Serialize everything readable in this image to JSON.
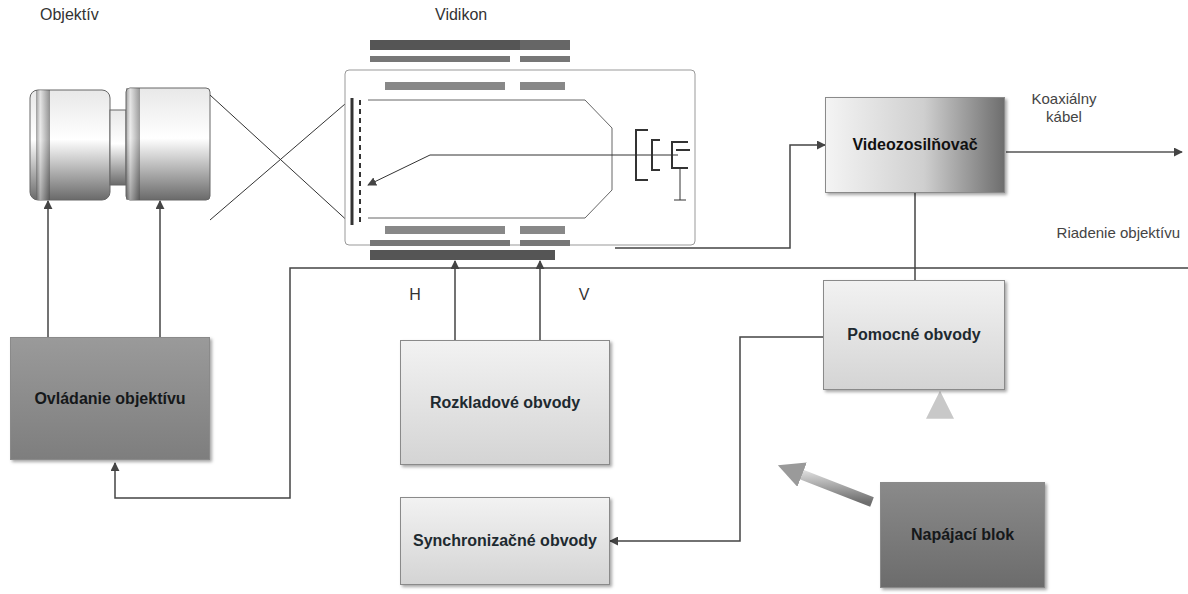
{
  "diagram": {
    "nodes": [
      {
        "text": [
          "Objektív"
        ]
      },
      {
        "text": [
          "Vidikon"
        ]
      },
      {
        "text": [
          "Videozosilňovač"
        ]
      },
      {
        "text": [
          "Ovládanie objektívu"
        ]
      },
      {
        "text": [
          "Rozkladové obvody"
        ]
      },
      {
        "text": [
          "Pomocné obvody"
        ]
      },
      {
        "text": [
          "Synchronizačné obvody"
        ]
      },
      {
        "text": [
          "Napájací blok"
        ]
      }
    ],
    "edges": [
      {
        "from": 3,
        "to": 0,
        "arrow": "to"
      },
      {
        "from": 3,
        "to": 0,
        "arrow": "to"
      },
      {
        "from": 4,
        "to": 1,
        "label": "H",
        "arrow": "to"
      },
      {
        "from": 4,
        "to": 1,
        "label": "V",
        "arrow": "to"
      },
      {
        "from": 1,
        "to": 2,
        "arrow": "to"
      },
      {
        "from": 5,
        "to": 2,
        "arrow": "none"
      },
      {
        "from": 5,
        "to": 6,
        "arrow": "to"
      },
      {
        "from": 7,
        "to": 5,
        "arrow": "to"
      }
    ],
    "labels": [
      "Koaxiálny kábel",
      "Riadenie objektívu"
    ]
  }
}
